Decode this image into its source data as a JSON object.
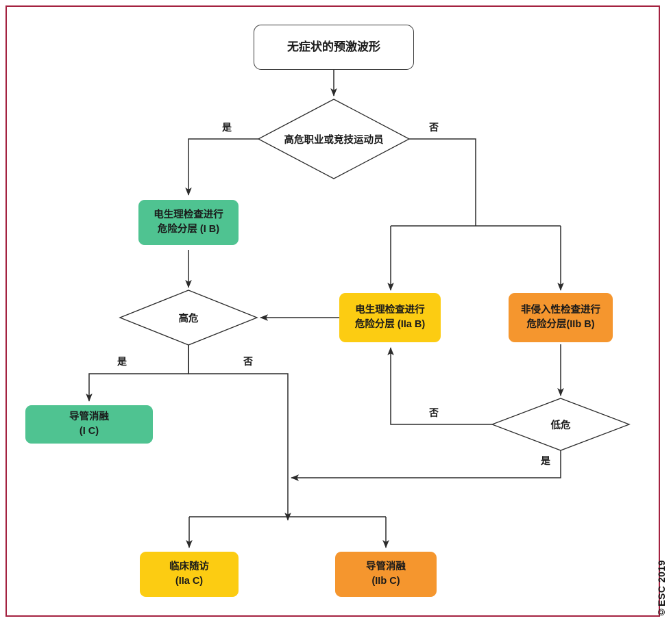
{
  "diagram": {
    "title": "无症状的预激波形",
    "copyright": "©ESC 2019",
    "colors": {
      "frame": "#a42240",
      "green": "#4fc391",
      "yellow": "#fccc12",
      "orange": "#f5962e",
      "line": "#2b2b2b",
      "background": "#ffffff"
    },
    "nodes": {
      "start": {
        "label": "无症状的预激波形",
        "shape": "rounded-rect",
        "fill": "#ffffff"
      },
      "decision_highrisk_occupation": {
        "label": "高危职业或竞技运动员",
        "shape": "diamond",
        "fill": "#ffffff"
      },
      "eps_risk_IB": {
        "label": "电生理检查进行\n危险分层  (I B)",
        "shape": "rounded-rect",
        "fill": "#4fc391"
      },
      "eps_risk_IIaB": {
        "label": "电生理检查进行\n危险分层 (IIa B)",
        "shape": "rounded-rect",
        "fill": "#fccc12"
      },
      "noninvasive_risk_IIbB": {
        "label": "非侵入性检查进行\n危险分层(IIb B)",
        "shape": "rounded-rect",
        "fill": "#f5962e"
      },
      "decision_high_risk": {
        "label": "高危",
        "shape": "diamond",
        "fill": "#ffffff"
      },
      "decision_low_risk": {
        "label": "低危",
        "shape": "diamond",
        "fill": "#ffffff"
      },
      "ablation_IC": {
        "label": "导管消融\n(I C)",
        "shape": "rounded-rect",
        "fill": "#4fc391"
      },
      "followup_IIaC": {
        "label": "临床随访\n(IIa C)",
        "shape": "rounded-rect",
        "fill": "#fccc12"
      },
      "ablation_IIbC": {
        "label": "导管消融\n(IIb C)",
        "shape": "rounded-rect",
        "fill": "#f5962e"
      }
    },
    "edge_labels": {
      "occupation_yes": "是",
      "occupation_no": "否",
      "highrisk_yes": "是",
      "highrisk_no": "否",
      "lowrisk_no": "否",
      "lowrisk_yes": "是"
    }
  }
}
